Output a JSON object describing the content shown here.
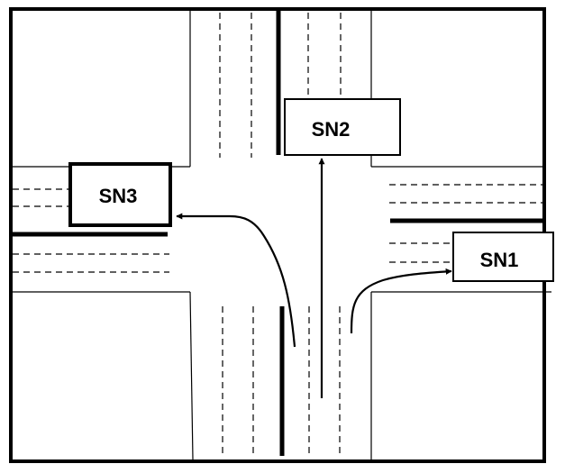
{
  "nodes": {
    "sn1": {
      "label": "SN1"
    },
    "sn2": {
      "label": "SN2"
    },
    "sn3": {
      "label": "SN3"
    }
  }
}
